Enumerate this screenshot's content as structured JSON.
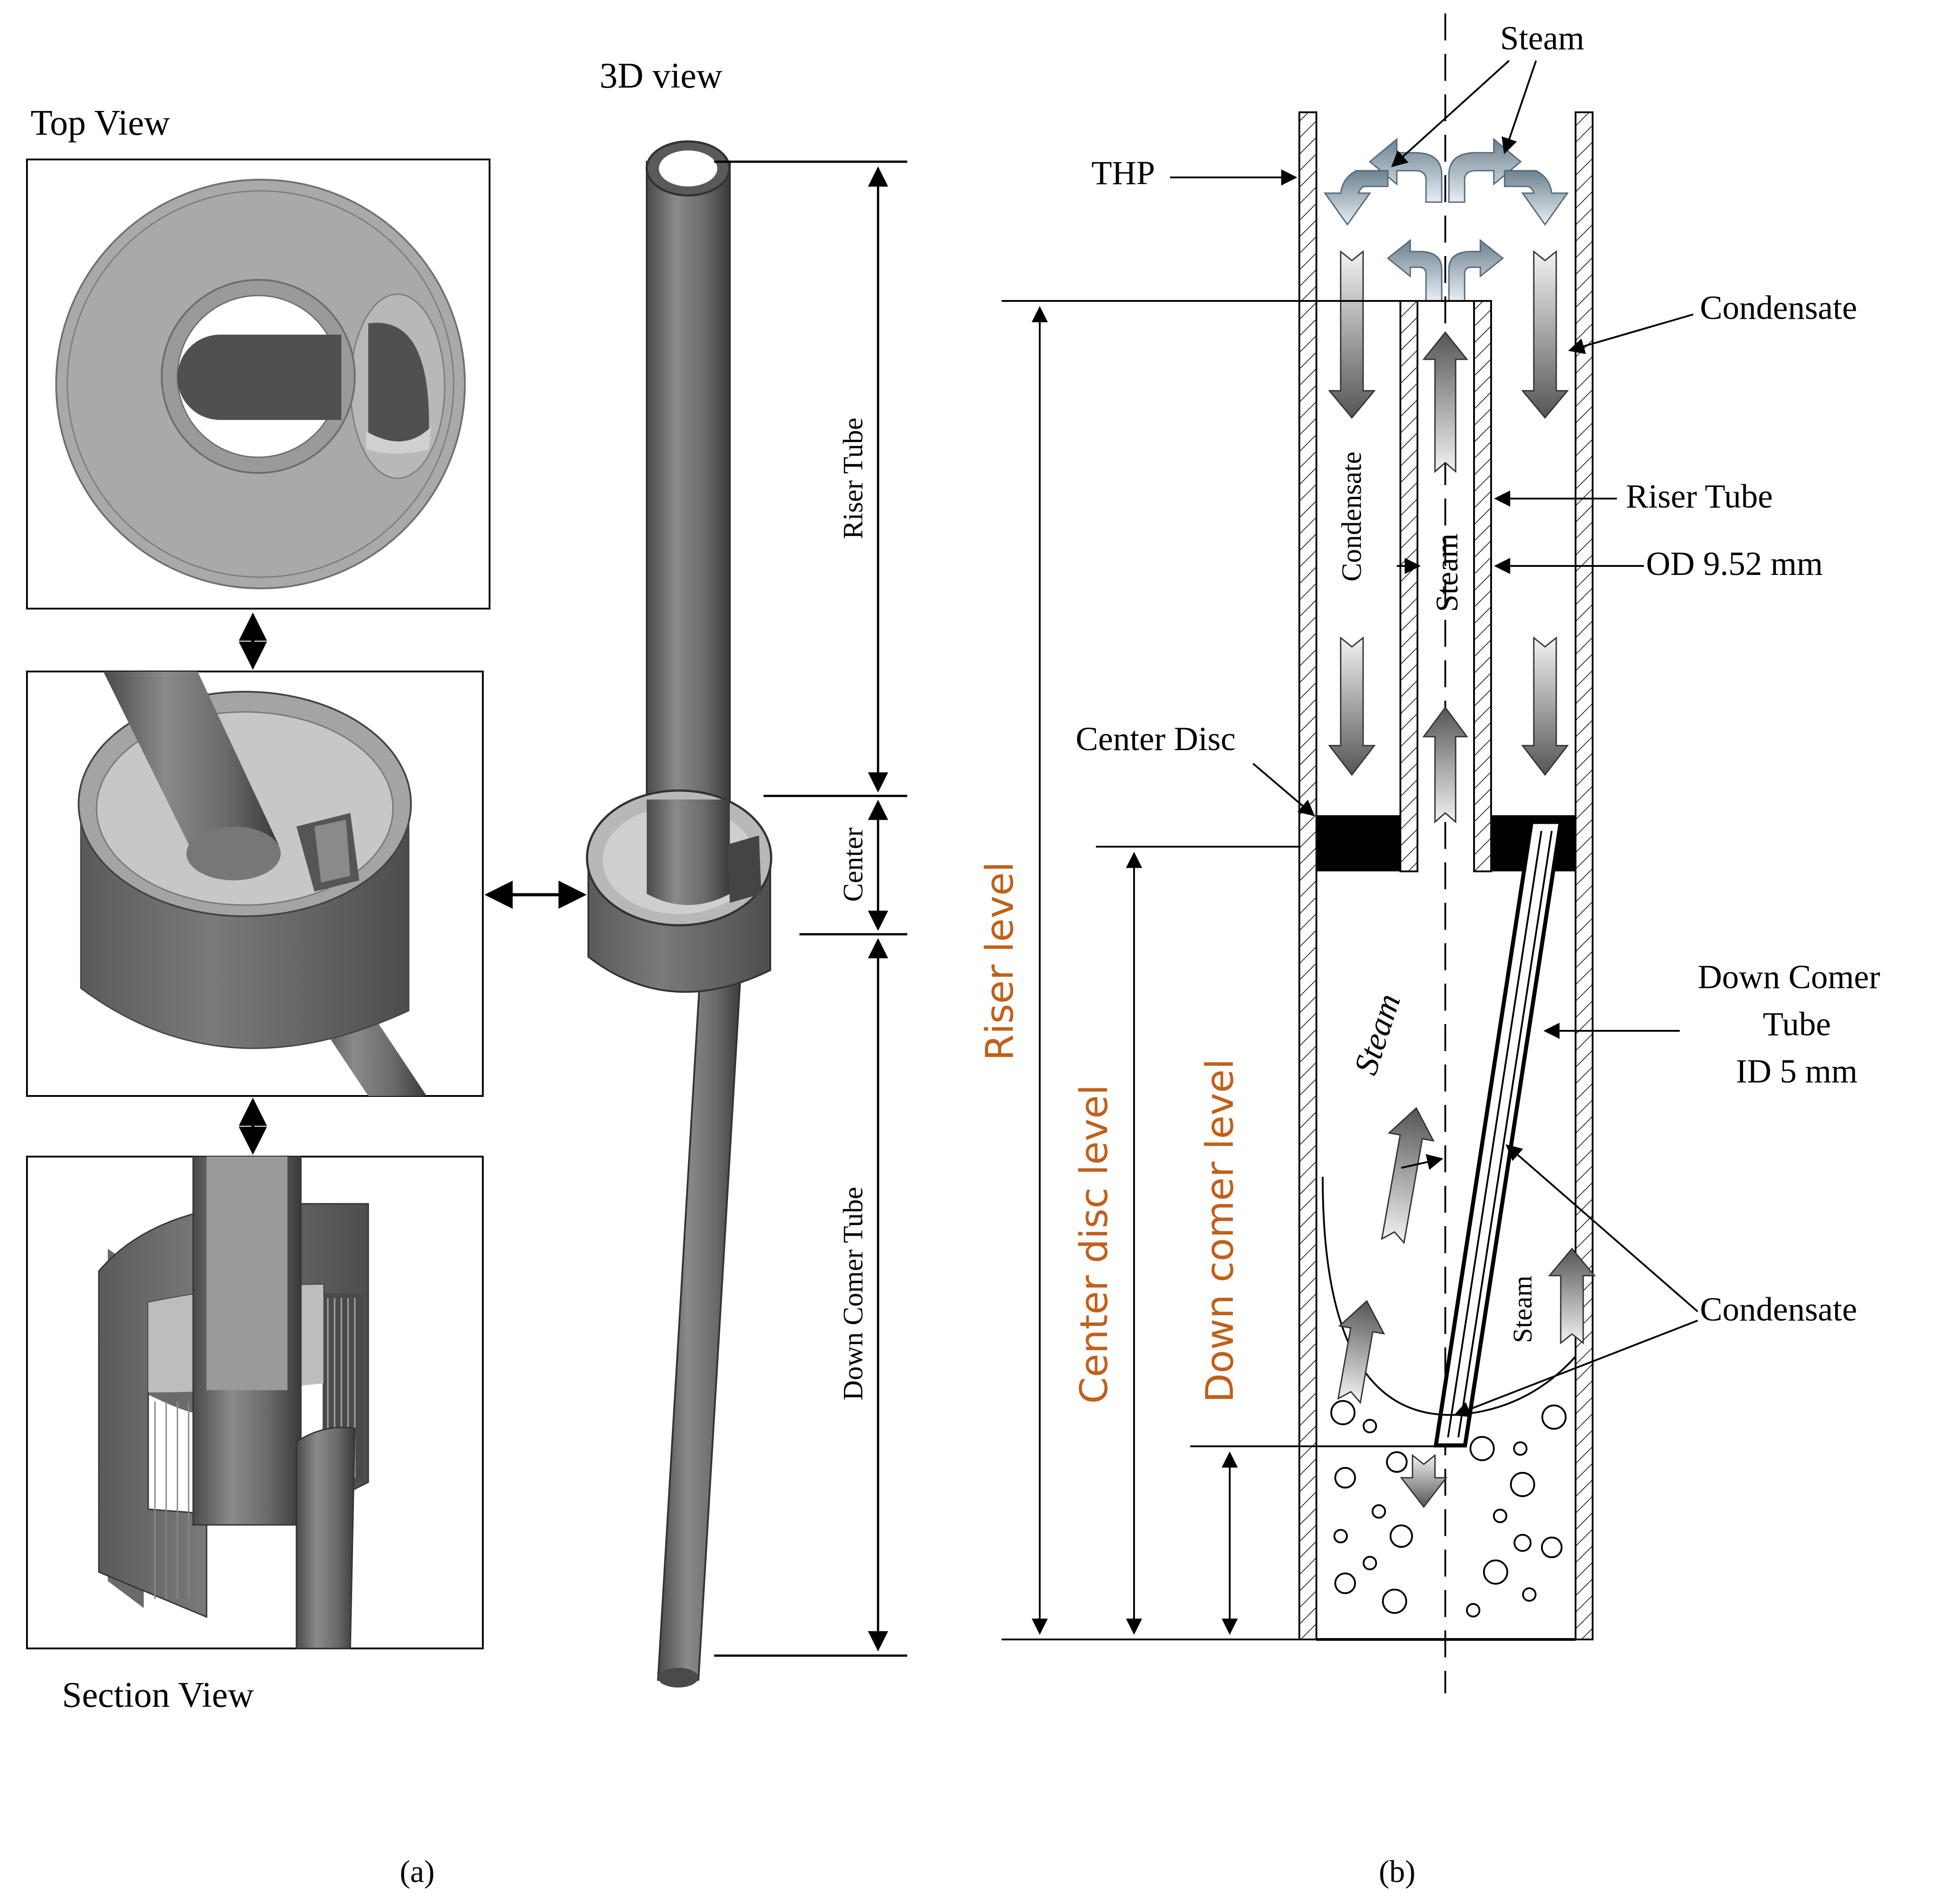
{
  "panel_a": {
    "caption": "(a)",
    "top_view_label": "Top View",
    "view3d_label": "3D view",
    "section_view_label": "Section View",
    "dimension_labels": {
      "riser_tube": "Riser Tube",
      "center": "Center",
      "down_comer_tube": "Down Comer Tube"
    }
  },
  "panel_b": {
    "caption": "(b)",
    "labels": {
      "steam_top": "Steam",
      "thp": "THP",
      "condensate_right": "Condensate",
      "riser_tube": "Riser Tube",
      "od": "OD 9.52 mm",
      "center_disc": "Center Disc",
      "down_comer_line1": "Down Comer",
      "down_comer_line2": "Tube",
      "down_comer_line3": "ID 5 mm",
      "condensate_bottom": "Condensate",
      "condensate_vertical": "Condensate",
      "steam_in_riser": "Steam",
      "steam_italic": "Steam",
      "steam_right": "Steam"
    },
    "level_labels": {
      "riser_level": "Riser level",
      "center_disc_level": "Center disc level",
      "down_comer_level": "Down comer level"
    }
  },
  "colors": {
    "level_label": "#c0601a",
    "tube_gray": "#707070",
    "tube_dark": "#3c3c3c",
    "disc_light": "#a9a9a9",
    "arrow_fill": "#6e6e6e",
    "line": "#000000"
  }
}
